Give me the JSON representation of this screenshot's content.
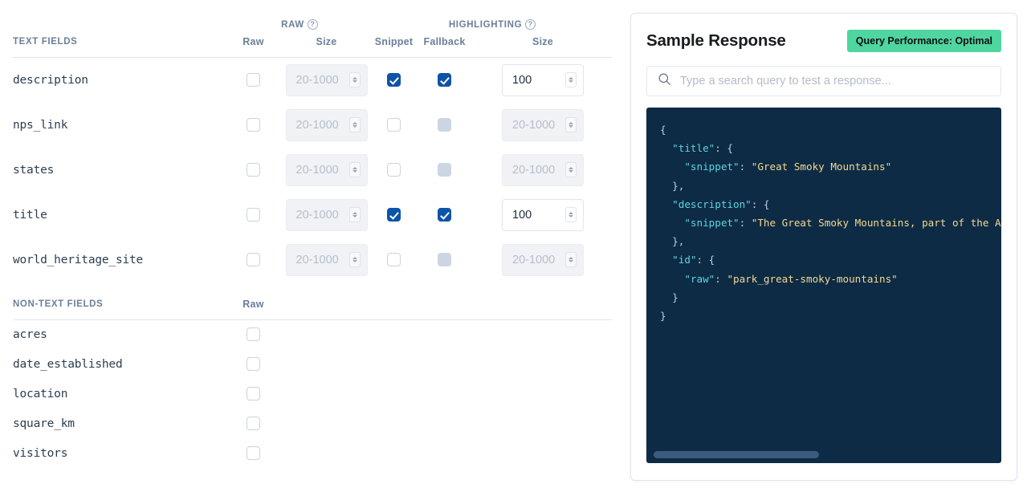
{
  "left": {
    "groups": [
      {
        "label": "RAW",
        "help_icon": "help-circle-icon"
      },
      {
        "label": "HIGHLIGHTING",
        "help_icon": "help-circle-icon"
      }
    ],
    "text_section": {
      "section_title": "TEXT FIELDS",
      "columns": [
        "Raw",
        "Size",
        "Snippet",
        "Fallback",
        "Size"
      ],
      "rows": [
        {
          "name": "description",
          "raw": false,
          "raw_size": "20-1000",
          "raw_size_disabled": true,
          "snippet": true,
          "fallback": true,
          "fallback_disabled": false,
          "hl_size": "100",
          "hl_size_disabled": false
        },
        {
          "name": "nps_link",
          "raw": false,
          "raw_size": "20-1000",
          "raw_size_disabled": true,
          "snippet": false,
          "fallback": false,
          "fallback_disabled": true,
          "hl_size": "20-1000",
          "hl_size_disabled": true
        },
        {
          "name": "states",
          "raw": false,
          "raw_size": "20-1000",
          "raw_size_disabled": true,
          "snippet": false,
          "fallback": false,
          "fallback_disabled": true,
          "hl_size": "20-1000",
          "hl_size_disabled": true
        },
        {
          "name": "title",
          "raw": false,
          "raw_size": "20-1000",
          "raw_size_disabled": true,
          "snippet": true,
          "fallback": true,
          "fallback_disabled": false,
          "hl_size": "100",
          "hl_size_disabled": false
        },
        {
          "name": "world_heritage_site",
          "raw": false,
          "raw_size": "20-1000",
          "raw_size_disabled": true,
          "snippet": false,
          "fallback": false,
          "fallback_disabled": true,
          "hl_size": "20-1000",
          "hl_size_disabled": true
        }
      ]
    },
    "nontext_section": {
      "section_title": "NON-TEXT FIELDS",
      "columns": [
        "Raw"
      ],
      "rows": [
        {
          "name": "acres",
          "raw": false
        },
        {
          "name": "date_established",
          "raw": false
        },
        {
          "name": "location",
          "raw": false
        },
        {
          "name": "square_km",
          "raw": false
        },
        {
          "name": "visitors",
          "raw": false
        }
      ]
    }
  },
  "right": {
    "title": "Sample Response",
    "badge": {
      "label": "Query Performance: Optimal",
      "color": "#4fd6a0"
    },
    "search": {
      "value": "",
      "placeholder": "Type a search query to test a response...",
      "icon": "search-icon"
    },
    "code": {
      "language": "json",
      "background": "#0d2b45",
      "key_color": "#5fd4e0",
      "string_color": "#f5d88f",
      "lines": [
        {
          "indent": 0,
          "tokens": [
            {
              "t": "p",
              "v": "{"
            }
          ]
        },
        {
          "indent": 1,
          "tokens": [
            {
              "t": "k",
              "v": "\"title\""
            },
            {
              "t": "p",
              "v": ": {"
            }
          ]
        },
        {
          "indent": 2,
          "tokens": [
            {
              "t": "k",
              "v": "\"snippet\""
            },
            {
              "t": "p",
              "v": ": "
            },
            {
              "t": "s",
              "v": "\"Great Smoky Mountains\""
            }
          ]
        },
        {
          "indent": 1,
          "tokens": [
            {
              "t": "p",
              "v": "},"
            }
          ]
        },
        {
          "indent": 1,
          "tokens": [
            {
              "t": "k",
              "v": "\"description\""
            },
            {
              "t": "p",
              "v": ": {"
            }
          ]
        },
        {
          "indent": 2,
          "tokens": [
            {
              "t": "k",
              "v": "\"snippet\""
            },
            {
              "t": "p",
              "v": ": "
            },
            {
              "t": "s",
              "v": "\"The Great Smoky Mountains, part of the Appa"
            }
          ]
        },
        {
          "indent": 1,
          "tokens": [
            {
              "t": "p",
              "v": "},"
            }
          ]
        },
        {
          "indent": 1,
          "tokens": [
            {
              "t": "k",
              "v": "\"id\""
            },
            {
              "t": "p",
              "v": ": {"
            }
          ]
        },
        {
          "indent": 2,
          "tokens": [
            {
              "t": "k",
              "v": "\"raw\""
            },
            {
              "t": "p",
              "v": ": "
            },
            {
              "t": "s",
              "v": "\"park_great-smoky-mountains\""
            }
          ]
        },
        {
          "indent": 1,
          "tokens": [
            {
              "t": "p",
              "v": "}"
            }
          ]
        },
        {
          "indent": 0,
          "tokens": [
            {
              "t": "p",
              "v": "}"
            }
          ]
        }
      ]
    },
    "scrollbar": {
      "orientation": "horizontal",
      "thumb_color": "#3a5b7d"
    }
  }
}
